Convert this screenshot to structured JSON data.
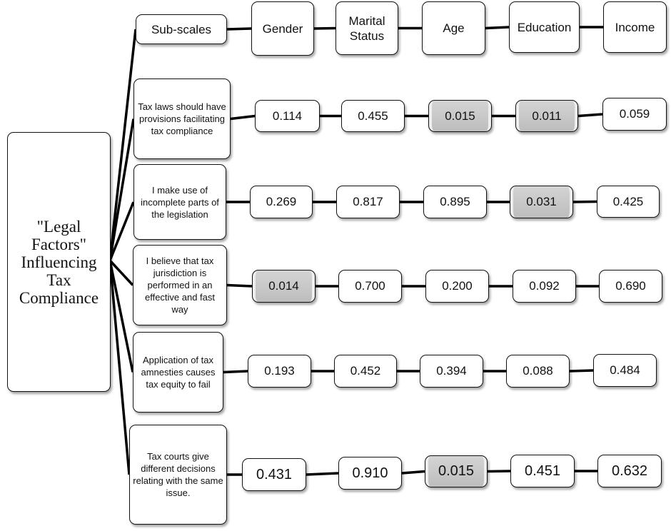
{
  "main_title": "\"Legal Factors\" Influencing Tax Compliance",
  "header": {
    "label": "Sub-scales",
    "columns": [
      "Gender",
      "Marital Status",
      "Age",
      "Education",
      "Income"
    ]
  },
  "rows": [
    {
      "label": "Tax laws should have provisions facilitating tax compliance",
      "values": [
        "0.114",
        "0.455",
        "0.015",
        "0.011",
        "0.059"
      ],
      "highlight": [
        false,
        false,
        true,
        true,
        false
      ]
    },
    {
      "label": "I make use of incomplete parts of the legislation",
      "values": [
        "0.269",
        "0.817",
        "0.895",
        "0.031",
        "0.425"
      ],
      "highlight": [
        false,
        false,
        false,
        true,
        false
      ]
    },
    {
      "label": "I believe that tax jurisdiction is performed in an effective and fast way",
      "values": [
        "0.014",
        "0.700",
        "0.200",
        "0.092",
        "0.690"
      ],
      "highlight": [
        true,
        false,
        false,
        false,
        false
      ]
    },
    {
      "label": "Application of tax amnesties causes tax equity to fail",
      "values": [
        "0.193",
        "0.452",
        "0.394",
        "0.088",
        "0.484"
      ],
      "highlight": [
        false,
        false,
        false,
        false,
        false
      ]
    },
    {
      "label": "Tax courts give different decisions relating with the same issue.",
      "values": [
        "0.431",
        "0.910",
        "0.015",
        "0.451",
        "0.632"
      ],
      "highlight": [
        false,
        false,
        true,
        false,
        false
      ]
    }
  ],
  "colors": {
    "highlight": "#c4c4c4",
    "line": "#000000"
  }
}
